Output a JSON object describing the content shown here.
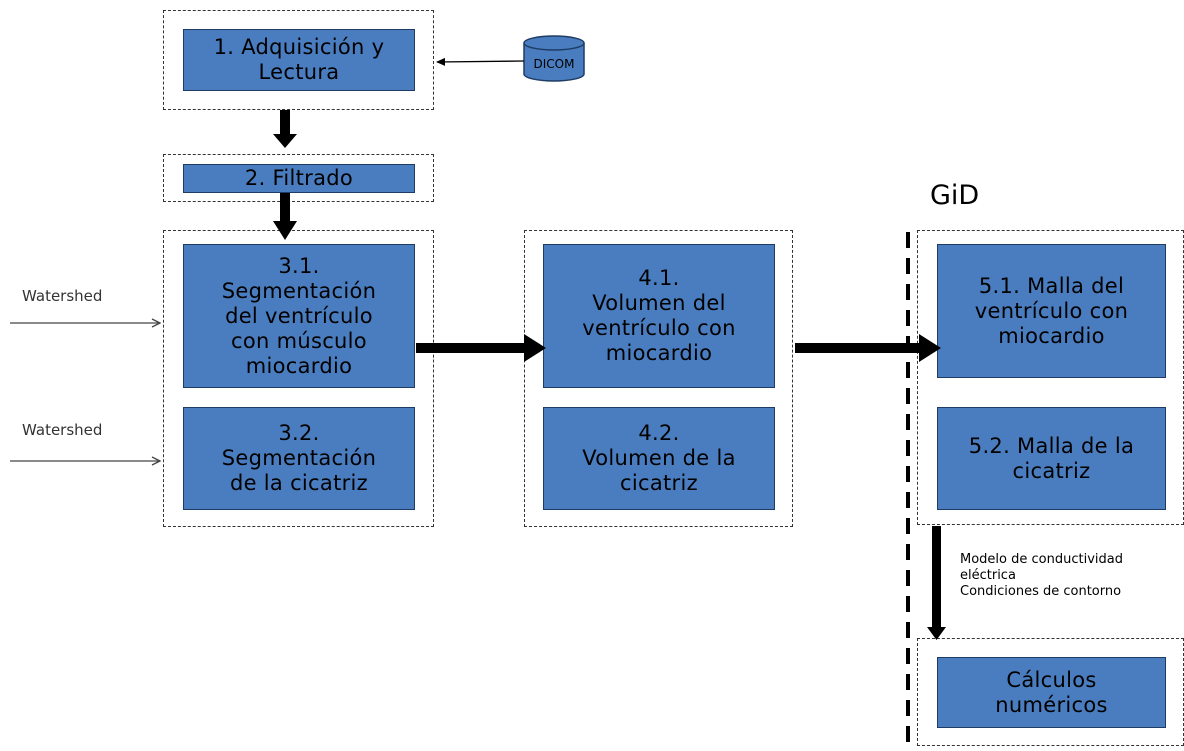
{
  "diagram": {
    "title_gid": "GiD",
    "dicom_label": "DICOM",
    "watershed_1": "Watershed",
    "watershed_2": "Watershed",
    "box_1": "1. Adquisición y\nLectura",
    "box_2": "2. Filtrado",
    "box_3_1": "3.1.\nSegmentación\ndel ventrículo\ncon músculo\nmiocardio",
    "box_3_2": "3.2.\nSegmentación\nde la cicatriz",
    "box_4_1": "4.1.\nVolumen del\nventrículo con\nmiocardio",
    "box_4_2": "4.2.\nVolumen de la\ncicatriz",
    "box_5_1": "5.1. Malla del\nventrículo con\nmiocardio",
    "box_5_2": "5.2. Malla de la\ncicatriz",
    "box_6": "Cálculos\nnuméricos",
    "note": "Modelo de conductividad\neléctrica\nCondiciones de contorno"
  },
  "colors": {
    "box_fill": "#4a7dbf",
    "box_border": "#1f3c64",
    "dicom_fill": "#4a7dbf"
  }
}
